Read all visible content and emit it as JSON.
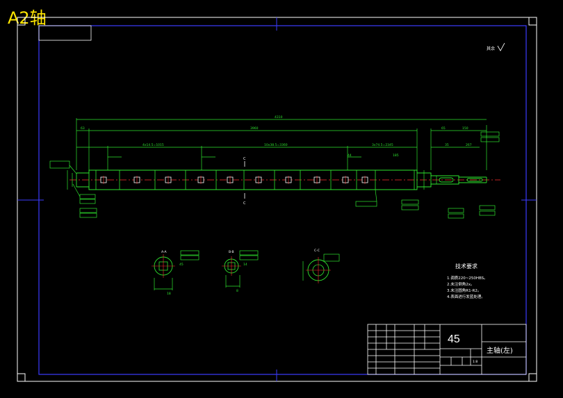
{
  "watermark": "A2轴",
  "roughness_note": "其余",
  "dimensions": {
    "overall_length": "4310",
    "main_length": "3960",
    "left_span": "4x14.5=1015",
    "mid_span": "10x38.5=3360",
    "right_span": "3x74.5=2345",
    "right_small_a": "185",
    "right_small_b": "44",
    "left_small": "63",
    "step_a": "65",
    "step_b": "35",
    "right_far_a": "150",
    "right_far_b": "267"
  },
  "section_labels": {
    "c_top": "C",
    "c_bottom": "C",
    "view_a": "A-A",
    "view_b": "B-B",
    "view_c": "C-C"
  },
  "section_dims": {
    "a_width": "45",
    "a_bottom": "18",
    "b_width": "14",
    "b_bottom": "8"
  },
  "technical_requirements": {
    "title": "技术要求",
    "items": [
      "1.调质220~250HBS。",
      "2.未注倒角2x。",
      "3.未注圆角R1-R2。",
      "4.表面进行发蓝处理。"
    ]
  },
  "title_block": {
    "material": "45",
    "part_name": "主轴(左)",
    "scale": "1:8"
  }
}
